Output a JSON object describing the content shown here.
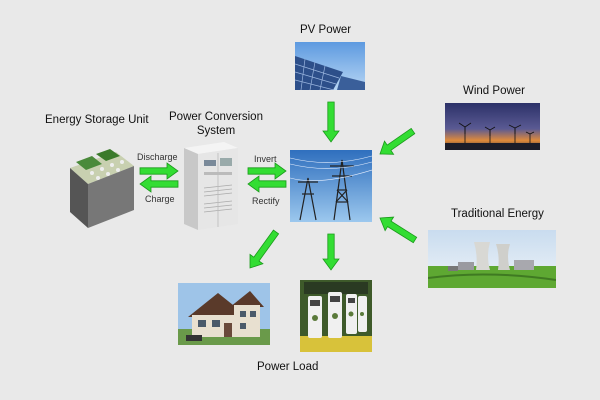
{
  "labels": {
    "pv_power": "PV Power",
    "wind_power": "Wind Power",
    "energy_storage": "Energy Storage Unit",
    "pcs_line1": "Power Conversion",
    "pcs_line2": "System",
    "traditional_energy": "Traditional Energy",
    "power_load": "Power Load"
  },
  "arrow_labels": {
    "discharge": "Discharge",
    "charge": "Charge",
    "invert": "Invert",
    "rectify": "Rectify"
  },
  "colors": {
    "background": "#e9e9e9",
    "arrow_green": "#33dd33",
    "arrow_outline": "#1a9a1a",
    "grid_sky": "#3a7fc8",
    "pv_sky": "#6aa6e0",
    "wind_sky": "#3b3f78",
    "plant_grass": "#5ea832"
  }
}
